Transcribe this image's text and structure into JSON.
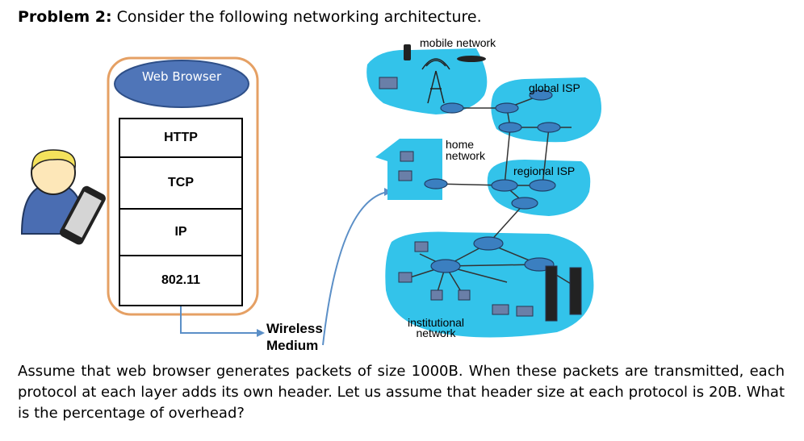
{
  "problem": {
    "label": "Problem 2:",
    "intro": "Consider the following networking architecture."
  },
  "stack": {
    "app": "Web Browser",
    "layers": [
      "HTTP",
      "TCP",
      "IP",
      "802.11"
    ]
  },
  "medium_label": "Wireless Medium",
  "networks": {
    "mobile": "mobile network",
    "global_isp": "global ISP",
    "home": "home network",
    "regional_isp": "regional ISP",
    "institutional": "institutional network"
  },
  "question": "Assume that web browser generates packets of size 1000B. When these packets are transmitted, each protocol at each layer adds its own header. Let us assume that header size at each protocol is 20B. What is the percentage of overhead?"
}
